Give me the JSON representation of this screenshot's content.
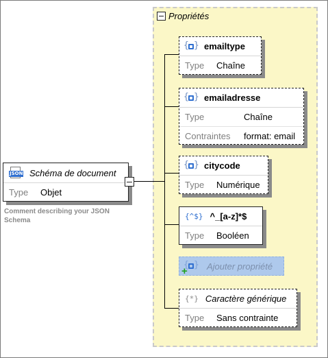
{
  "root": {
    "title": "Schéma de document",
    "icon": "json-document-icon",
    "type_label": "Type",
    "type_value": "Objet",
    "comment": "Comment describing your JSON Schema"
  },
  "panel": {
    "title": "Propriétés"
  },
  "properties": [
    {
      "name": "emailtype",
      "icon": "object-property-icon",
      "type_label": "Type",
      "type_value": "Chaîne"
    },
    {
      "name": "emailadresse",
      "icon": "object-property-icon",
      "type_label": "Type",
      "type_value": "Chaîne",
      "constraints_label": "Contraintes",
      "constraints_value": "format: email"
    },
    {
      "name": "citycode",
      "icon": "object-property-icon",
      "type_label": "Type",
      "type_value": "Numérique"
    },
    {
      "name": "^_[a-z]*$",
      "icon_text": "{^$}",
      "type_label": "Type",
      "type_value": "Booléen"
    },
    {
      "name": "Caractère générique",
      "icon_text": "{*}",
      "type_label": "Type",
      "type_value": "Sans contrainte"
    }
  ],
  "add_property": {
    "label": "Ajouter propriété"
  },
  "colors": {
    "panel_bg": "#fbf7c7",
    "add_bg": "#aec9ec",
    "icon_blue": "#2f6fd0"
  }
}
